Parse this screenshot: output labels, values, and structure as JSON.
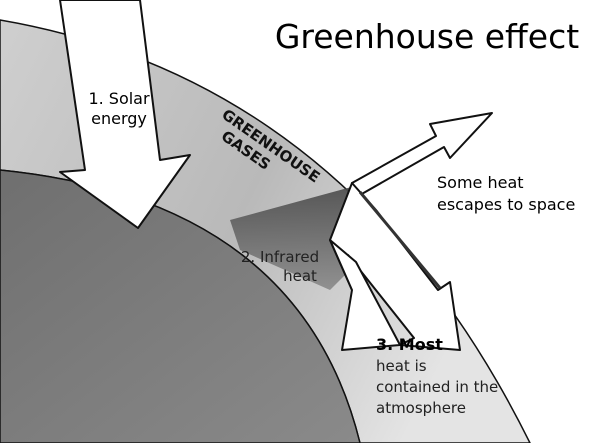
{
  "title": "Greenhouse effect",
  "labels": {
    "solar_line1": "1. Solar",
    "solar_line2": "energy",
    "greenhouse_line1": "GREENHOUSE",
    "greenhouse_line2": "GASES",
    "infrared_line1": "2. Infrared",
    "infrared_line2": "heat",
    "escape_line1": "Some heat",
    "escape_line2": "escapes to space",
    "most_line1": "3. Most",
    "most_line2": "heat is",
    "most_line3": "contained in the",
    "most_line4": "atmosphere"
  },
  "colors": {
    "background": "#ffffff",
    "atmosphere": "#c9c9c9",
    "earth": "#7a7a7a",
    "outline": "#111111"
  }
}
